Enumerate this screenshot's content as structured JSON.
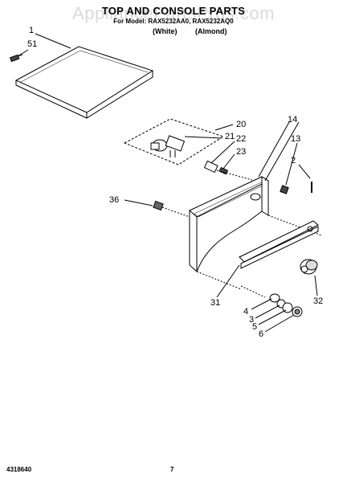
{
  "header": {
    "title": "TOP AND CONSOLE PARTS",
    "subtitle": "For Model: RAX5232AA0, RAX5232AQ0",
    "variant_white": "(White)",
    "variant_almond": "(Almond)"
  },
  "watermark": "AppliancePartsPros.com",
  "callouts": {
    "c1": "1",
    "c51": "51",
    "c20": "20",
    "c21": "21",
    "c22": "22",
    "c23": "23",
    "c14": "14",
    "c13": "13",
    "c2": "2",
    "c36": "36",
    "c31": "31",
    "c32": "32",
    "c4": "4",
    "c3": "3",
    "c5": "5",
    "c6": "6"
  },
  "footer": {
    "doc_number": "4318640",
    "page_number": "7"
  }
}
